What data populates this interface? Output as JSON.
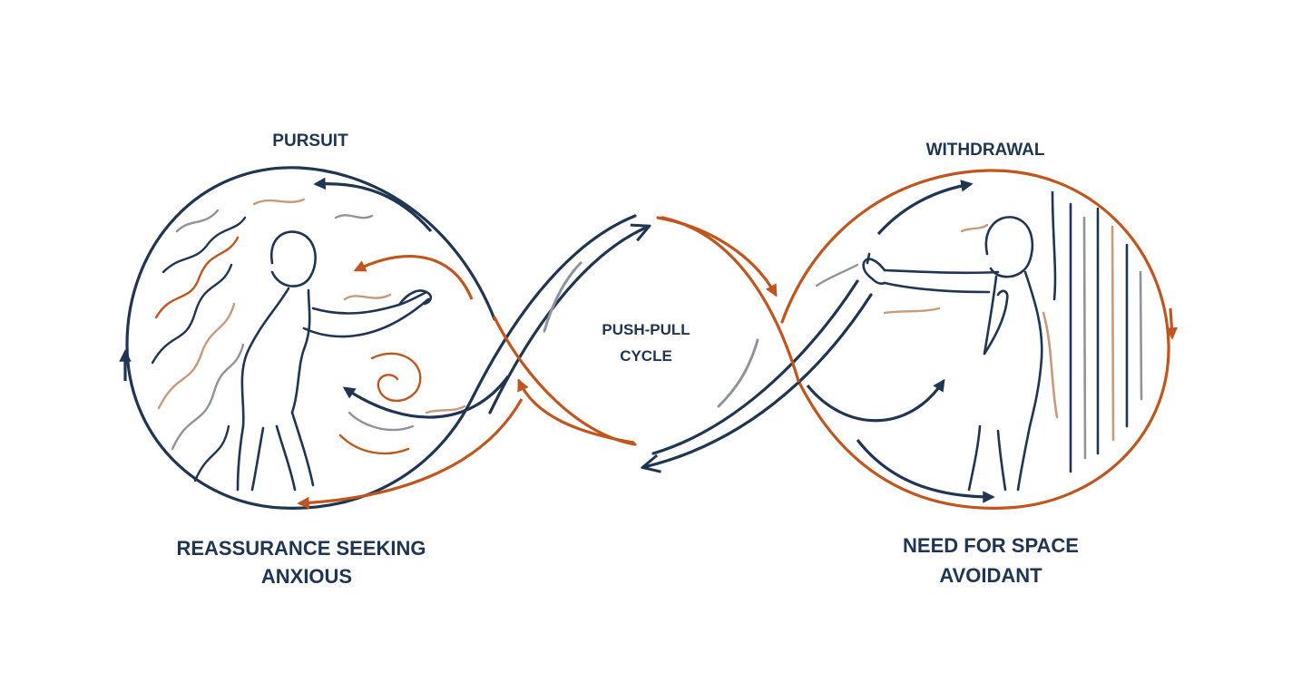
{
  "labels": {
    "pursuit": "PURSUIT",
    "reassurance": "REASSURANCE SEEKING",
    "anxious": "ANXIOUS",
    "center_line1": "PUSH-PULL",
    "center_line2": "CYCLE",
    "withdrawal": "WITHDRAWAL",
    "need_space": "NEED FOR SPACE",
    "avoidant": "AVOIDANT"
  },
  "colors": {
    "navy": "#1f3552",
    "orange": "#c0561e",
    "gray": "#8f939b",
    "tan": "#c89a7c",
    "background": "#ffffff"
  },
  "icons": {
    "left_figure": "reaching-person-icon",
    "right_figure": "stop-gesture-person-icon"
  }
}
